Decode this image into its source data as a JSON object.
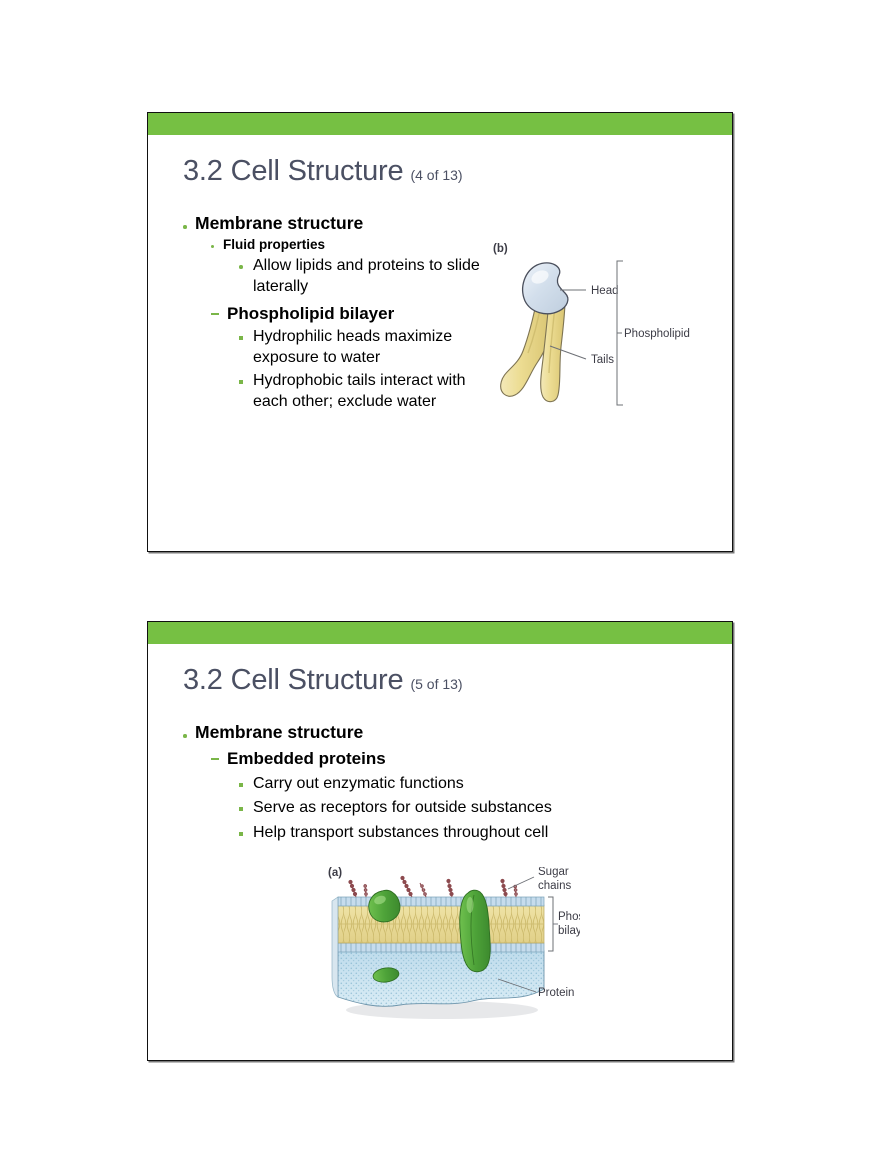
{
  "document": {
    "background": "#ffffff",
    "accent_green": "#76c043",
    "title_color": "#4b5063",
    "bullet_green": "#7ab648"
  },
  "slides": [
    {
      "id": "slide-4-of-13",
      "title_main": "3.2 Cell Structure",
      "title_count": "(4 of 13)",
      "bullets": [
        {
          "level": 1,
          "text": "Membrane structure"
        },
        {
          "level": "2a",
          "text": "Fluid properties"
        },
        {
          "level": 3,
          "text": "Allow lipids and proteins to slide laterally"
        },
        {
          "level": "2b",
          "text": "Phospholipid bilayer"
        },
        {
          "level": "3s",
          "text": "Hydrophilic heads maximize exposure to water"
        },
        {
          "level": "3s",
          "text": "Hydrophobic tails interact with each other; exclude water"
        }
      ],
      "figure": {
        "panel_label": "(b)",
        "type": "phospholipid-molecule",
        "callouts": [
          "Head",
          "Tails"
        ],
        "bracket_label": "Phospholipid",
        "colors": {
          "head": "#ccd8e8",
          "tails": "#eede93",
          "outline": "#5a5a5a"
        }
      }
    },
    {
      "id": "slide-5-of-13",
      "title_main": "3.2 Cell Structure",
      "title_count": "(5 of 13)",
      "bullets": [
        {
          "level": 1,
          "text": "Membrane structure"
        },
        {
          "level": "2b",
          "text": "Embedded proteins"
        },
        {
          "level": "3s",
          "text": "Carry out enzymatic functions"
        },
        {
          "level": "3s",
          "text": "Serve as receptors for outside substances"
        },
        {
          "level": "3s",
          "text": "Help transport substances throughout cell"
        }
      ],
      "figure": {
        "panel_label": "(a)",
        "type": "plasma-membrane-cutaway",
        "callouts": [
          "Sugar chains",
          "Phospholipid bilayer",
          "Protein"
        ],
        "callout_lines": [
          {
            "label_line_1": "Sugar",
            "label_line_2": "chains"
          },
          {
            "label_line_1": "Phospholipid",
            "label_line_2": "bilayer"
          },
          {
            "label_line_1": "Protein",
            "label_line_2": ""
          }
        ],
        "colors": {
          "heads": "#bcd4e6",
          "tails": "#e8dc9a",
          "cytoplasm": "#bcd9e8",
          "protein": "#4fa03c",
          "sugar": "#9e4a52"
        }
      }
    }
  ]
}
